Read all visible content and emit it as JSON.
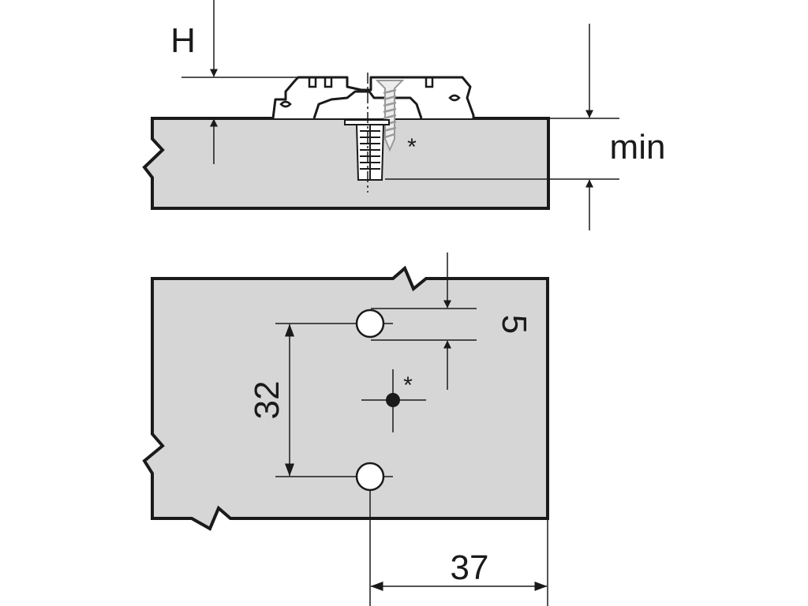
{
  "diagram": {
    "side_view": {
      "height_label": "H",
      "min_label": "min",
      "note_marker": "*"
    },
    "top_view": {
      "hole_spacing": "32",
      "edge_offset": "5",
      "setback": "37",
      "note_marker": "*"
    },
    "colors": {
      "panel_fill": "#d6d6d6",
      "line": "#1a1a1a",
      "screw": "#bdbdbd",
      "background": "#ffffff"
    }
  }
}
